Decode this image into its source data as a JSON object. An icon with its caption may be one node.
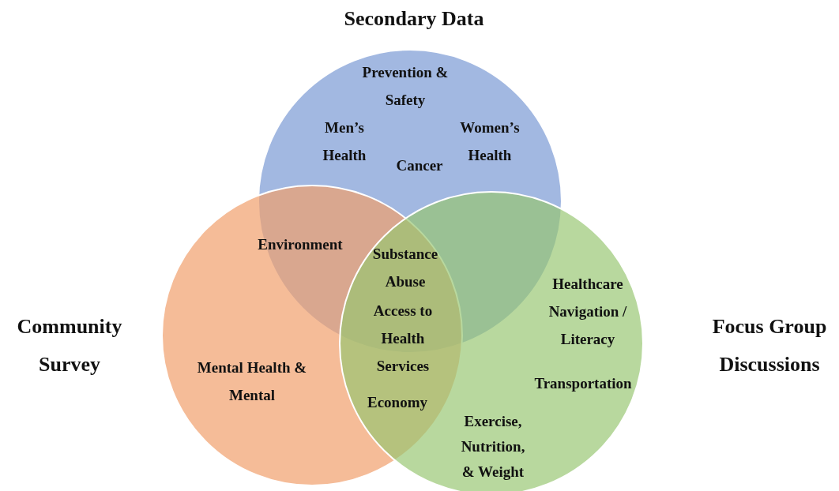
{
  "diagram": {
    "nodes": [
      {
        "text": [
          "Secondary Data",
          "Prevention & Safety",
          "Men’s Health",
          "Women’s Health",
          "Cancer"
        ]
      },
      {
        "text": [
          "Community Survey",
          "Mental Health & Mental"
        ]
      },
      {
        "text": [
          "Focus Group Discussions",
          "Healthcare Navigation / Literacy",
          "Transportation",
          "Exercise, Nutrition, & Weight"
        ]
      }
    ],
    "edges": [],
    "labels": [
      "Environment",
      "Substance Abuse",
      "Access to Health Services",
      "Economy"
    ]
  }
}
